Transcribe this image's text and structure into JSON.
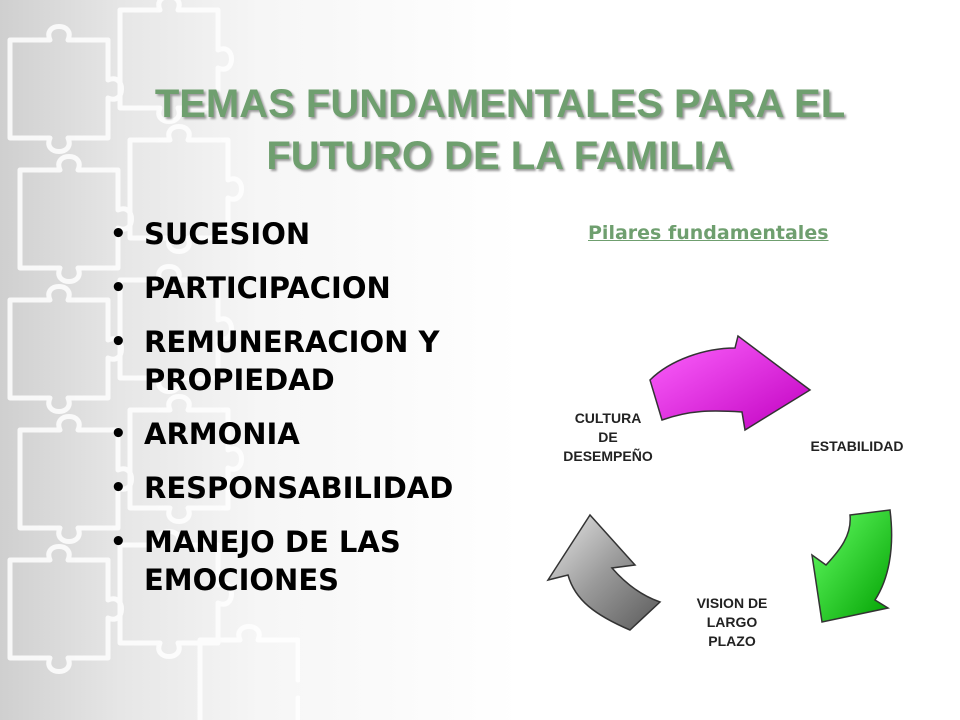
{
  "title": {
    "line1": "TEMAS FUNDAMENTALES PARA EL",
    "line2": "FUTURO DE LA FAMILIA"
  },
  "bullets": {
    "items": [
      {
        "line1": "SUCESION",
        "line2": ""
      },
      {
        "line1": "PARTICIPACION",
        "line2": ""
      },
      {
        "line1": "REMUNERACION Y",
        "line2": "PROPIEDAD"
      },
      {
        "line1": "ARMONIA",
        "line2": ""
      },
      {
        "line1": "RESPONSABILIDAD",
        "line2": ""
      },
      {
        "line1": "MANEJO DE LAS",
        "line2": "EMOCIONES"
      }
    ]
  },
  "diagram": {
    "link_text": "Pilares fundamentales",
    "nodes": {
      "cultura": {
        "line1": "CULTURA",
        "line2": "DE",
        "line3": "DESEMPEÑO"
      },
      "estabilidad": {
        "line1": "ESTABILIDAD"
      },
      "vision": {
        "line1": "VISION DE",
        "line2": "LARGO",
        "line3": "PLAZO"
      }
    },
    "arrow_colors": {
      "top": "#e000e0",
      "right": "#00cc00",
      "left": "#8a8a8a"
    }
  },
  "colors": {
    "title": "#6f9f6f",
    "link": "#6f9f6f"
  }
}
